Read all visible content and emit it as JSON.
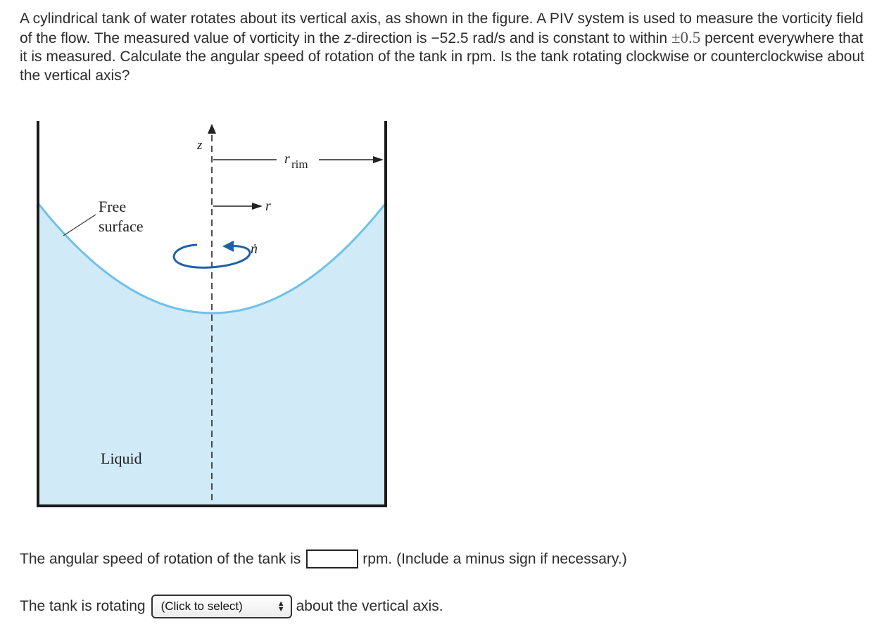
{
  "problem": {
    "text_part1": "A cylindrical tank of water rotates about its vertical axis, as shown in the figure. A PIV system is used to measure the vorticity field of the flow. The measured value of vorticity in the ",
    "z_italic": "z",
    "text_part2": "-direction is −52.5 rad/s and is constant to within ",
    "tolerance": "±0.5",
    "text_part3": "  percent everywhere that it is measured. Calculate the angular speed of rotation of the tank in rpm. Is the tank rotating clockwise or counterclockwise about the vertical axis?"
  },
  "figure": {
    "labels": {
      "z_axis": "z",
      "r_rim": "r",
      "r_rim_sub": "rim",
      "r": "r",
      "n_dot": "ṅ",
      "free_surface_line1": "Free",
      "free_surface_line2": "surface",
      "liquid": "Liquid"
    },
    "colors": {
      "liquid_fill": "#d0eaf8",
      "free_surface_line": "#6ec1ea",
      "rotation_arrow": "#1f5fa8",
      "tank_wall": "#1a1a1a"
    }
  },
  "question1": {
    "prefix": "The angular speed of rotation of the tank is",
    "input_value": "",
    "suffix": "rpm. (Include a minus sign if necessary.)"
  },
  "question2": {
    "prefix": "The tank is rotating",
    "select_value": "(Click to select)",
    "suffix": "about the vertical axis."
  }
}
